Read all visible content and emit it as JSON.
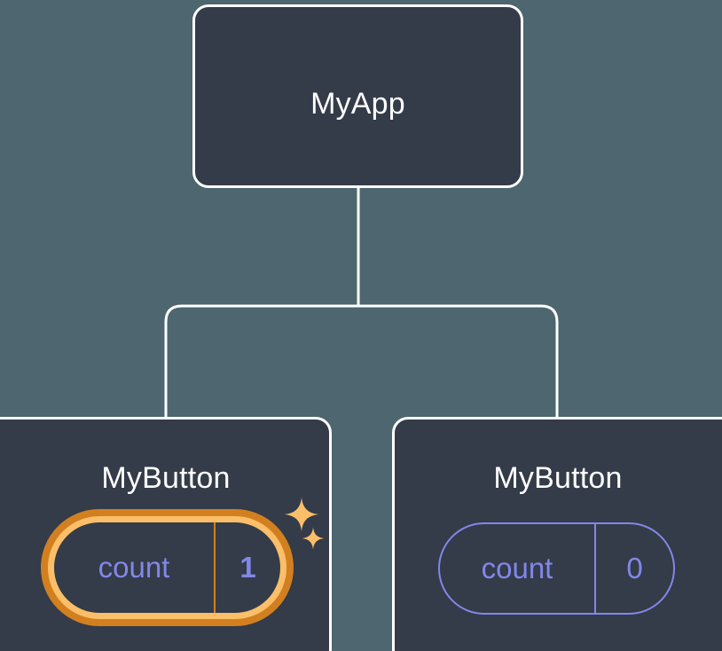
{
  "diagram": {
    "type": "component-tree",
    "background_color": "#4d6670",
    "node_fill_color": "#343b49",
    "node_border_color": "#ffffff",
    "edge_color": "#ffffff",
    "accent_color": "#8287e8",
    "highlight_outer_color": "#d2801f",
    "highlight_inner_color": "#fbbf69",
    "nodes": [
      {
        "id": "root",
        "title": "MyApp"
      },
      {
        "id": "child-left",
        "title": "MyButton",
        "state": {
          "key": "count",
          "value": "1",
          "highlighted": true
        },
        "sparkles": [
          "sparkle-large",
          "sparkle-small"
        ]
      },
      {
        "id": "child-right",
        "title": "MyButton",
        "state": {
          "key": "count",
          "value": "0",
          "highlighted": false
        }
      }
    ],
    "edges": [
      {
        "from": "root",
        "to": "child-left"
      },
      {
        "from": "root",
        "to": "child-right"
      }
    ]
  }
}
